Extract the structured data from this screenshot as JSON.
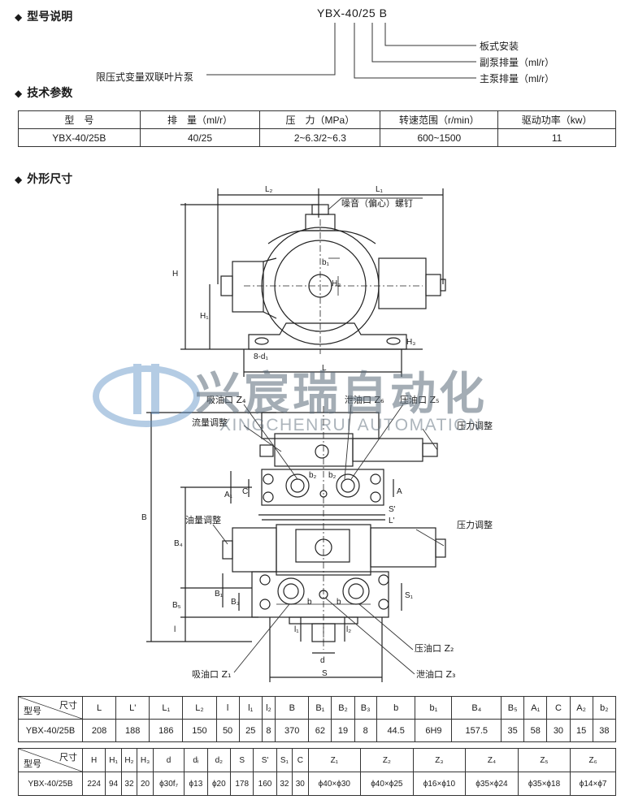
{
  "sections": {
    "model_explain": "型号说明",
    "tech_params": "技术参数",
    "outline_dims": "外形尺寸"
  },
  "model_code": "YBX-40/25 B",
  "model_legend": {
    "plate_mount": "板式安装",
    "aux_pump": "副泵排量（ml/r）",
    "main_pump": "主泵排量（ml/r）",
    "pump_type": "限压式变量双联叶片泵"
  },
  "tech_table": {
    "headers": [
      "型　号",
      "排　量（ml/r）",
      "压　力（MPa）",
      "转速范围（r/min）",
      "驱动功率（kw）"
    ],
    "row": [
      "YBX-40/25B",
      "40/25",
      "2~6.3/2~6.3",
      "600~1500",
      "11"
    ]
  },
  "dims_table_1": {
    "corner_top": "尺寸",
    "corner_bottom": "型号",
    "headers": [
      "L",
      "L'",
      "L₁",
      "L₂",
      "l",
      "l₁",
      "l₂",
      "B",
      "B₁",
      "B₂",
      "B₃",
      "b",
      "b₁",
      "B₄",
      "B₅",
      "A₁",
      "C",
      "A₂",
      "b₂"
    ],
    "model": "YBX-40/25B",
    "values": [
      "208",
      "188",
      "186",
      "150",
      "50",
      "25",
      "8",
      "370",
      "62",
      "19",
      "8",
      "44.5",
      "6H9",
      "157.5",
      "35",
      "58",
      "30",
      "15",
      "38"
    ]
  },
  "dims_table_2": {
    "corner_top": "尺寸",
    "corner_bottom": "型号",
    "headers": [
      "H",
      "H₁",
      "H₂",
      "H₃",
      "d",
      "dᵢ",
      "d₂",
      "S",
      "S'",
      "S₁",
      "C",
      "Z₁",
      "Z₂",
      "Z₃",
      "Z₄",
      "Z₅",
      "Z₆"
    ],
    "model": "YBX-40/25B",
    "values": [
      "224",
      "94",
      "32",
      "20",
      "ϕ30f₇",
      "ϕ13",
      "ϕ20",
      "178",
      "160",
      "32",
      "30",
      "ϕ40×ϕ30",
      "ϕ40×ϕ25",
      "ϕ16×ϕ10",
      "ϕ35×ϕ24",
      "ϕ35×ϕ18",
      "ϕ14×ϕ7"
    ]
  },
  "drawing_labels": {
    "L2": "L₂",
    "L1": "L₁",
    "L": "L",
    "H": "H",
    "H1": "H₁",
    "H2": "H₂",
    "H3": "H₃",
    "b1": "b₁",
    "8d1": "8-d₁",
    "noise": "噪音（偏心）螺钉",
    "suction_z4": "吸油口 Z₄",
    "flow_adj": "流量调整",
    "drain_z6": "泄油口 Z₆",
    "press_z5": "压油口 Z₅",
    "press_adj_top": "压力调整",
    "b2a": "b₂",
    "b2b": "b₂",
    "A1": "A₁",
    "C": "C",
    "A2": "A",
    "Sp": "S'",
    "Lp": "L'",
    "B": "B",
    "B4": "B₄",
    "oil_adj": "油量调整",
    "press_adj_mid": "压力调整",
    "B1": "B₁",
    "B3": "B₃",
    "B5": "B₅",
    "S1": "S₁",
    "bA": "b",
    "bB": "b",
    "l": "l",
    "l1": "l₁",
    "l2": "l₂",
    "d": "d",
    "S": "S",
    "press_z2": "压油口 Z₂",
    "suction_z1": "吸油口 Z₁",
    "drain_z3": "泄油口 Z₃"
  },
  "watermark": {
    "cn": "兴宸瑞自动化",
    "en": "XINGCHENRUI AUTOMATION"
  }
}
